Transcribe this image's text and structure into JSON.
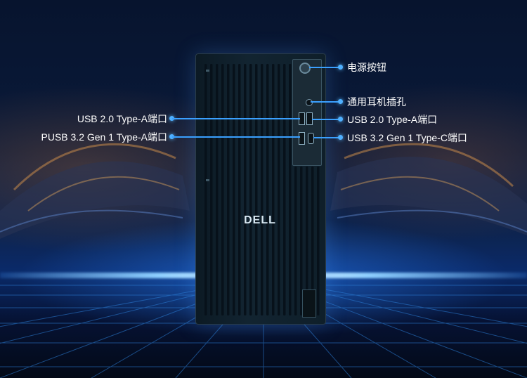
{
  "colors": {
    "accent_line": "#3aa0ff",
    "label_text": "#ffffff",
    "tower_body": "#122431",
    "horizon_glow": "#8fd0ff"
  },
  "product": {
    "brand_logo": "DELL"
  },
  "callouts": {
    "right": [
      {
        "label": "电源按钮"
      },
      {
        "label": "通用耳机插孔"
      },
      {
        "label": "USB 2.0 Type-A端口"
      },
      {
        "label": "USB 3.2 Gen 1 Type-C端口"
      }
    ],
    "left": [
      {
        "label": "USB 2.0 Type-A端口"
      },
      {
        "label": "PUSB 3.2 Gen 1 Type-A端口"
      }
    ]
  }
}
